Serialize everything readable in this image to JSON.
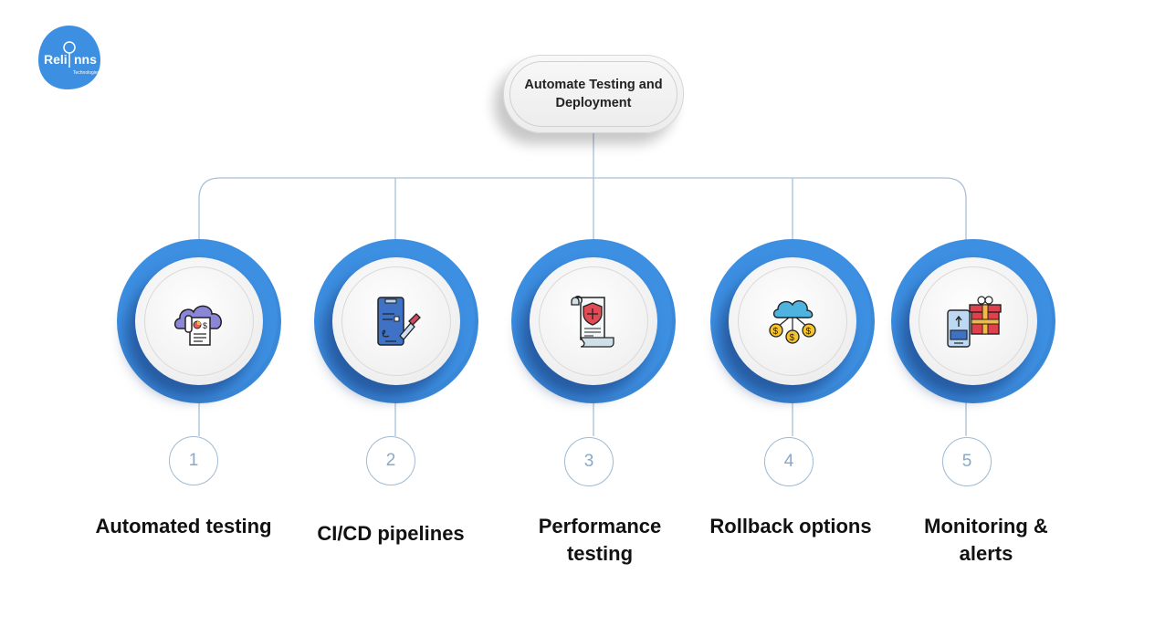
{
  "logo": {
    "brand": "Relinns",
    "tagline": "Technologies",
    "color": "#3d8fe2"
  },
  "root": {
    "title": "Automate Testing and Deployment"
  },
  "colors": {
    "ring": "#3d8fe2",
    "connector": "#9fbad3",
    "number": "#8aa8c6"
  },
  "steps": [
    {
      "number": "1",
      "label": "Automated testing",
      "icon": "cloud-report-icon"
    },
    {
      "number": "2",
      "label": "CI/CD pipelines",
      "icon": "phone-pen-icon"
    },
    {
      "number": "3",
      "label": "Performance testing",
      "icon": "scroll-shield-icon"
    },
    {
      "number": "4",
      "label": "Rollback options",
      "icon": "cloud-coins-icon"
    },
    {
      "number": "5",
      "label": "Monitoring & alerts",
      "icon": "phone-gift-icon"
    }
  ]
}
